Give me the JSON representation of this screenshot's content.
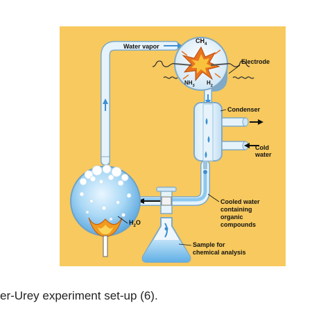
{
  "colors": {
    "panel_background": "#F7C95E",
    "glass": "#CFE8F7",
    "water": "#7FC1EE",
    "spark": "#E8741F",
    "flame": "#F29A1E"
  },
  "icons": {
    "electrode": "coiled-wire-icon",
    "heat_source": "flame-icon",
    "cold_water_flow": "arrow-right-icon"
  },
  "labels": {
    "water_vapor": "Water vapor",
    "ch4_main": "CH",
    "ch4_sub": "4",
    "nh3_main": "NH",
    "nh3_sub": "3",
    "h2_main": "H",
    "h2_sub": "2",
    "electrode": "Electrode",
    "condenser": "Condenser",
    "cold_water_line1": "Cold",
    "cold_water_line2": "water",
    "h2o_main": "H",
    "h2o_sub": "2",
    "h2o_tail": "O",
    "cooled_line1": "Cooled water",
    "cooled_line2": "containing",
    "cooled_line3": "organic",
    "cooled_line4": "compounds",
    "sample_line1": "Sample for",
    "sample_line2": "chemical analysis"
  },
  "caption": "er-Urey experiment set-up (6)."
}
